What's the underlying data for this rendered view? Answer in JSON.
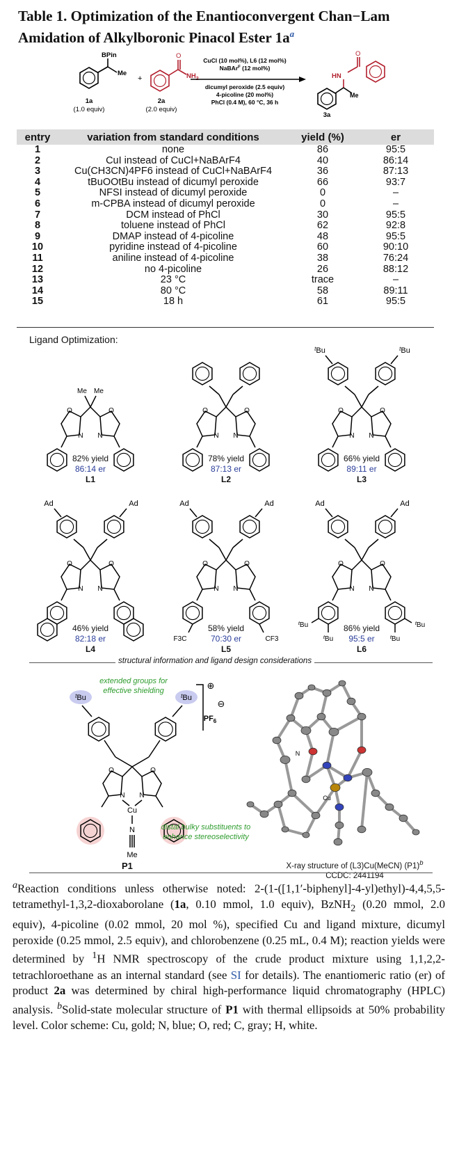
{
  "title": {
    "text": "Table 1. Optimization of the Enantioconvergent Chan−Lam Amidation of Alkylboronic Pinacol Ester 1a",
    "mark": "a"
  },
  "scheme": {
    "bpin": "BPin",
    "me": "Me",
    "plus": "+",
    "o": "O",
    "nh2": "NH",
    "nh2_sub": "2",
    "cond_top1": "CuCl (10 mol%), L6 (12 mol%)",
    "cond_top2": "NaBAr",
    "cond_top2b": "F",
    "cond_top2c": " (12 mol%)",
    "cond_bot1": "dicumyl peroxide (2.5 equiv)",
    "cond_bot2": "4-picoline (20 mol%)",
    "cond_bot3": "PhCl (0.4 M), 60 °C, 36 h",
    "c1": "1a",
    "c1_eq": "(1.0 equiv)",
    "c2": "2a",
    "c2_eq": "(2.0 equiv)",
    "hn": "HN",
    "prod_o": "O",
    "prod_me": "Me",
    "c3": "3a"
  },
  "table": {
    "headers": [
      "entry",
      "variation from standard conditions",
      "yield (%)",
      "er"
    ],
    "rows": [
      {
        "entry": "1",
        "variation": "none",
        "yield": "86",
        "er": "95:5"
      },
      {
        "entry": "2",
        "variation": "CuI instead of CuCl+NaBArF4",
        "yield": "40",
        "er": "86:14"
      },
      {
        "entry": "3",
        "variation": "Cu(CH3CN)4PF6 instead of CuCl+NaBArF4",
        "yield": "36",
        "er": "87:13"
      },
      {
        "entry": "4",
        "variation": "tBuOOtBu instead of dicumyl peroxide",
        "yield": "66",
        "er": "93:7"
      },
      {
        "entry": "5",
        "variation": "NFSI instead of dicumyl peroxide",
        "yield": "0",
        "er": "–"
      },
      {
        "entry": "6",
        "variation": "m-CPBA instead of dicumyl peroxide",
        "yield": "0",
        "er": "–"
      },
      {
        "entry": "7",
        "variation": "DCM instead of PhCl",
        "yield": "30",
        "er": "95:5"
      },
      {
        "entry": "8",
        "variation": "toluene instead of PhCl",
        "yield": "62",
        "er": "92:8"
      },
      {
        "entry": "9",
        "variation": "DMAP instead of 4-picoline",
        "yield": "48",
        "er": "95:5"
      },
      {
        "entry": "10",
        "variation": "pyridine instead of 4-picoline",
        "yield": "60",
        "er": "90:10"
      },
      {
        "entry": "11",
        "variation": "aniline instead of 4-picoline",
        "yield": "38",
        "er": "76:24"
      },
      {
        "entry": "12",
        "variation": "no 4-picoline",
        "yield": "26",
        "er": "88:12"
      },
      {
        "entry": "13",
        "variation": "23 °C",
        "yield": "trace",
        "er": "–"
      },
      {
        "entry": "14",
        "variation": "80 °C",
        "yield": "58",
        "er": "89:11"
      },
      {
        "entry": "15",
        "variation": "18 h",
        "yield": "61",
        "er": "95:5"
      }
    ]
  },
  "ligand_title": "Ligand Optimization:",
  "ligands": [
    {
      "id": "L1",
      "yield": "82% yield",
      "er": "86:14 er"
    },
    {
      "id": "L2",
      "yield": "78% yield",
      "er": "87:13 er"
    },
    {
      "id": "L3",
      "yield": "66% yield",
      "er": "89:11 er"
    },
    {
      "id": "L4",
      "yield": "46% yield",
      "er": "82:18 er"
    },
    {
      "id": "L5",
      "yield": "58% yield",
      "er": "70:30 er"
    },
    {
      "id": "L6",
      "yield": "86% yield",
      "er": "95:5 er"
    }
  ],
  "lig_labels": {
    "me": "Me",
    "tbu": "Bu",
    "t": "t",
    "ad": "Ad",
    "f3c": "F3C",
    "cf3": "CF3",
    "n": "N",
    "o": "O"
  },
  "divider_text": "structural information and ligand design considerations",
  "p1": {
    "ext1": "extended groups for",
    "ext2": "effective shielding",
    "distal1": "distal bulky substituents to",
    "distal2": "enhance stereoselectivity",
    "pf6": "PF",
    "pf6_sub": "6",
    "cu": "Cu",
    "n": "N",
    "me": "Me",
    "plus": "⊕",
    "minus": "⊖",
    "label": "P1",
    "xray1": "X-ray structure of (L3)Cu(MeCN) (P1)",
    "xray_mark": "b",
    "xray2": "CCDC: 2441194"
  },
  "colors": {
    "red": "#b21f2d",
    "blue": "#2a3d9a",
    "green": "#2e9c2e",
    "header": "#dcdcdc"
  },
  "footnote": {
    "mark_a": "a",
    "p1": "Reaction conditions unless otherwise noted: 2-(1-([1,1′-biphenyl]-4-yl)ethyl)-4,4,5,5-tetramethyl-1,3,2-dioxaborolane (",
    "b1": "1a",
    "p2": ", 0.10 mmol, 1.0 equiv), BzNH",
    "sub2": "2",
    "p3": " (0.20 mmol, 2.0 equiv), 4-picoline (0.02 mmol, 20 mol %), specified Cu and ligand mixture, dicumyl peroxide (0.25 mmol, 2.5 equiv), and chlorobenzene (0.25 mL, 0.4 M); reaction yields were determined by ",
    "sup1": "1",
    "p4": "H NMR spectroscopy of the crude product mixture using 1,1,2,2-tetrachloroethane as an internal standard (see ",
    "si": "SI",
    "p5": " for details). The enantiomeric ratio (er) of product ",
    "b2": "2a",
    "p6": " was determined by chiral high-performance liquid chromatography (HPLC) analysis. ",
    "mark_b": "b",
    "p7": "Solid-state molecular structure of ",
    "b3": "P1",
    "p8": " with thermal ellipsoids at 50% probability level. Color scheme: Cu, gold; N, blue; O, red; C, gray; H, white."
  }
}
